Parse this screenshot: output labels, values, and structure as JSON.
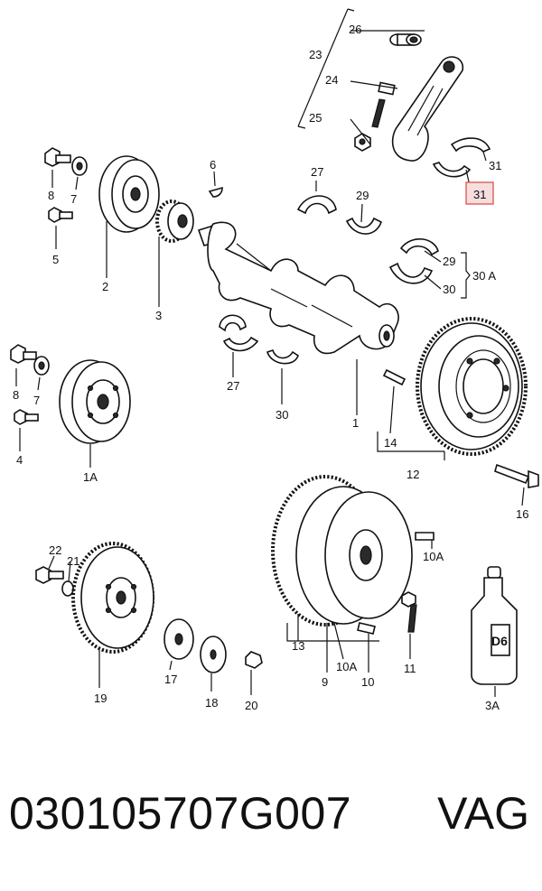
{
  "callouts": {
    "c26": "26",
    "c23": "23",
    "c24": "24",
    "c25": "25",
    "c31a": "31",
    "c31b": "31",
    "c6": "6",
    "c27a": "27",
    "c29a": "29",
    "c29b": "29",
    "c30a": "30",
    "c30A": "30 A",
    "c8a": "8",
    "c7a": "7",
    "c5": "5",
    "c2": "2",
    "c3": "3",
    "c8b": "8",
    "c7b": "7",
    "c4": "4",
    "c1A": "1A",
    "c27b": "27",
    "c30b": "30",
    "c1": "1",
    "c14": "14",
    "c12": "12",
    "c16": "16",
    "c22": "22",
    "c21": "21",
    "c19": "19",
    "c17": "17",
    "c18": "18",
    "c20": "20",
    "c13": "13",
    "c9": "9",
    "c10Aa": "10A",
    "c10Ab": "10A",
    "c10": "10",
    "c11": "11",
    "c3A": "3A",
    "d6": "D6"
  },
  "highlighted_callout": "31",
  "footer": {
    "part_number": "030105707G007",
    "brand": "VAG"
  },
  "colors": {
    "highlight_fill": "#f6dede",
    "highlight_border": "#d9534f",
    "line": "#111111"
  }
}
